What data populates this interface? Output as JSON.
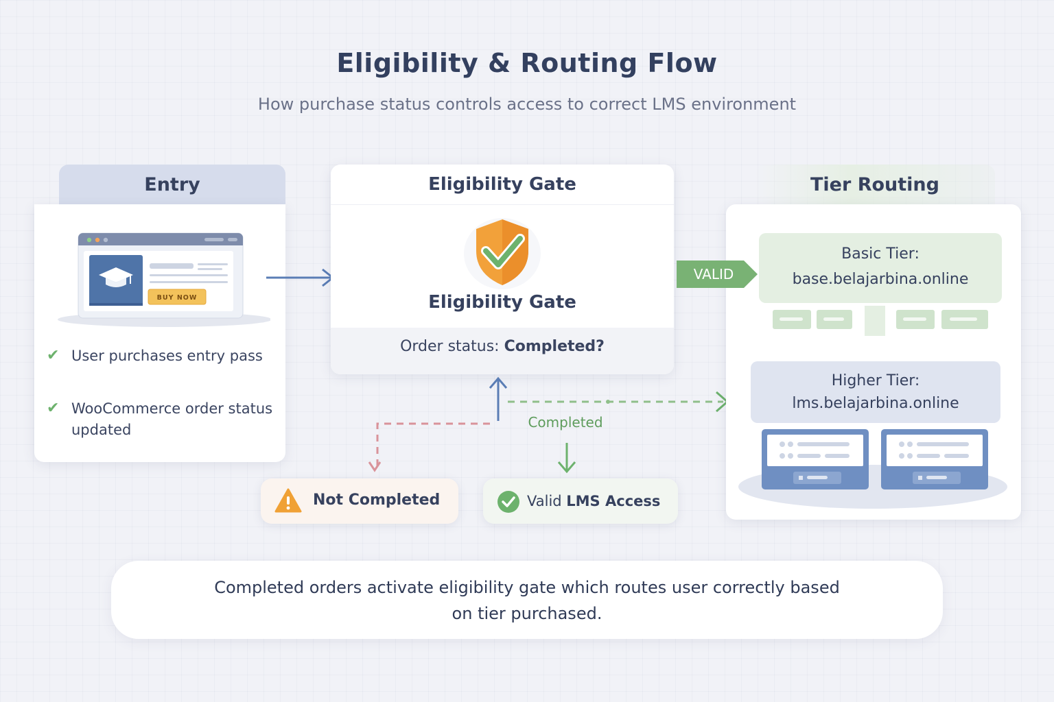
{
  "title": "Eligibility & Routing Flow",
  "subtitle": "How purchase status controls access to correct LMS environment",
  "entry": {
    "heading": "Entry",
    "buy_button": "BUY NOW",
    "checks": [
      "User purchases entry pass",
      "WooCommerce order status updated"
    ]
  },
  "gate": {
    "heading": "Eligibility Gate",
    "inner_label": "Eligibility Gate",
    "status_prefix": "Order status: ",
    "status_value": "Completed?"
  },
  "routing": {
    "heading": "Tier Routing",
    "valid_tag": "VALID",
    "basic": {
      "name": "Basic Tier:",
      "url": "base.belajarbina.online"
    },
    "higher": {
      "name": "Higher Tier:",
      "url": "lms.belajarbina.online"
    }
  },
  "flow": {
    "completed_label": "Completed",
    "not_completed": "Not Completed",
    "valid_access_prefix": "Valid ",
    "valid_access_bold": "LMS Access"
  },
  "summary": {
    "line1": "Completed orders activate eligibility gate which routes user correctly based",
    "line2": "on tier purchased."
  },
  "colors": {
    "accent_blue": "#5a7db5",
    "valid_green": "#6db26d",
    "warning_orange": "#f0a135",
    "shield_orange": "#f2a13a",
    "dashed_red": "#d9939a"
  },
  "icons": [
    "browser-icon",
    "graduation-cap-icon",
    "shield-check-icon",
    "warning-icon",
    "check-circle-icon",
    "checkmark-icon"
  ]
}
